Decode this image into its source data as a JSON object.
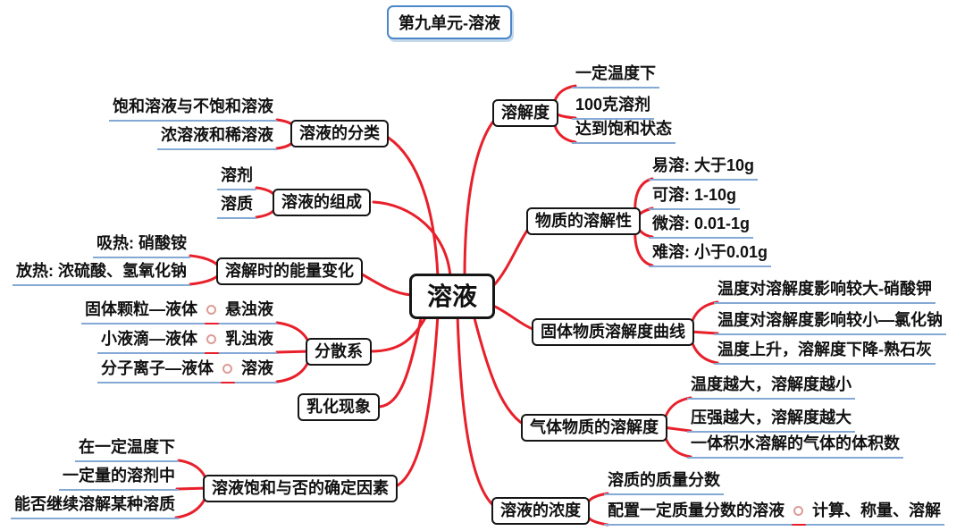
{
  "title": "第九单元-溶液",
  "center": "溶液",
  "colors": {
    "connector_red": "#e8202b",
    "underline_blue": "#84a9d4",
    "box_border_black": "#151515",
    "title_border_blue": "#4a86c8",
    "marker_pink": "#dd9c96"
  },
  "left_branches": [
    {
      "label": "溶液的分类",
      "children": [
        {
          "text": "饱和溶液与不饱和溶液"
        },
        {
          "text": "浓溶液和稀溶液"
        }
      ]
    },
    {
      "label": "溶液的组成",
      "children": [
        {
          "text": "溶剂"
        },
        {
          "text": "溶质"
        }
      ]
    },
    {
      "label": "溶解时的能量变化",
      "children": [
        {
          "text": "吸热: 硝酸铵"
        },
        {
          "text": "放热: 浓硫酸、氢氧化钠"
        }
      ]
    },
    {
      "label": "分散系",
      "children": [
        {
          "left": "固体颗粒—液体",
          "right": "悬浊液"
        },
        {
          "left": "小液滴—液体",
          "right": "乳浊液"
        },
        {
          "left": "分子离子—液体",
          "right": "溶液"
        }
      ]
    },
    {
      "label": "乳化现象",
      "children": []
    },
    {
      "label": "溶液饱和与否的确定因素",
      "children": [
        {
          "text": "在一定温度下"
        },
        {
          "text": "一定量的溶剂中"
        },
        {
          "text": "能否继续溶解某种溶质"
        }
      ]
    }
  ],
  "right_branches": [
    {
      "label": "溶解度",
      "children": [
        {
          "text": "一定温度下"
        },
        {
          "text": "100克溶剂"
        },
        {
          "text": "达到饱和状态"
        }
      ]
    },
    {
      "label": "物质的溶解性",
      "children": [
        {
          "text": "易溶: 大于10g"
        },
        {
          "text": "可溶: 1-10g"
        },
        {
          "text": "微溶: 0.01-1g"
        },
        {
          "text": "难溶: 小于0.01g"
        }
      ]
    },
    {
      "label": "固体物质溶解度曲线",
      "children": [
        {
          "text": "温度对溶解度影响较大-硝酸钾"
        },
        {
          "text": "温度对溶解度影响较小—氯化钠"
        },
        {
          "text": "温度上升，溶解度下降-熟石灰"
        }
      ]
    },
    {
      "label": "气体物质的溶解度",
      "children": [
        {
          "text": "温度越大，溶解度越小"
        },
        {
          "text": "压强越大，溶解度越大"
        },
        {
          "text": "一体积水溶解的气体的体积数"
        }
      ]
    },
    {
      "label": "溶液的浓度",
      "children": [
        {
          "text": "溶质的质量分数"
        },
        {
          "left": "配置一定质量分数的溶液",
          "right": "计算、称量、溶解"
        }
      ]
    }
  ]
}
